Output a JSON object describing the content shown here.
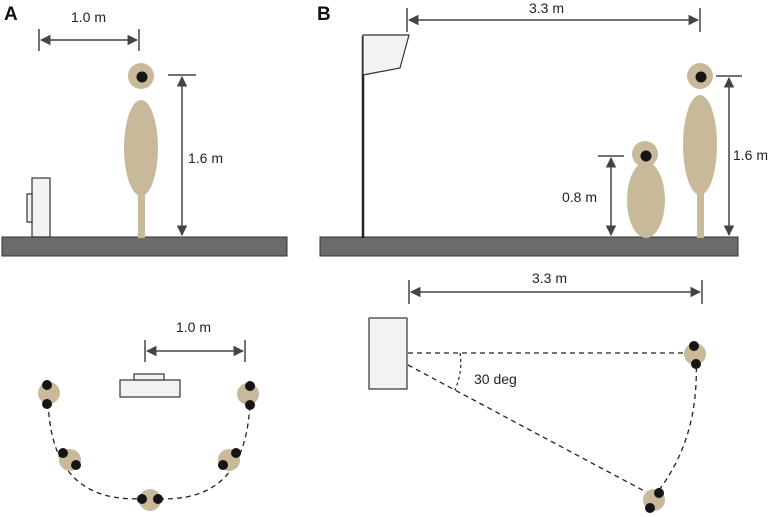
{
  "panels": {
    "a": "A",
    "b": "B"
  },
  "labels": {
    "a_top_width": "1.0 m",
    "a_height": "1.6 m",
    "a_bottom_width": "1.0 m",
    "b_top_width": "3.3 m",
    "b_short_height": "0.8 m",
    "b_tall_height": "1.6 m",
    "b_bottom_width": "3.3 m",
    "b_angle": "30 deg"
  },
  "colors": {
    "figure": "#c8b99a",
    "ground": "#6b6b6b",
    "dot": "#151515",
    "line": "#444444",
    "box_fill": "#f2f2f2"
  }
}
